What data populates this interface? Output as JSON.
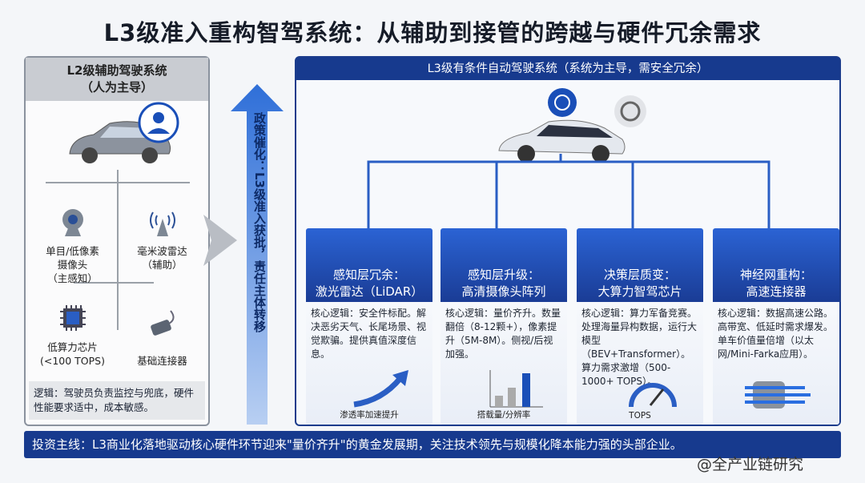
{
  "title": "L3级准入重构智驾系统：从辅助到接管的跨越与硬件冗余需求",
  "left": {
    "header_line1": "L2级辅助驾驶系统",
    "header_line2": "（人为主导）",
    "items": [
      {
        "l1": "单目/低像素",
        "l2": "摄像头",
        "l3": "（主感知）"
      },
      {
        "l1": "毫米波雷达",
        "l2": "（辅助）"
      },
      {
        "l1": "低算力芯片",
        "l2": "(<100 TOPS)"
      },
      {
        "l1": "基础连接器"
      }
    ],
    "logic": "逻辑：驾驶员负责监控与兜底，硬件性能要求适中，成本敏感。"
  },
  "arrow_text": "政策催化：L3级准入获批，责任主体转移",
  "right": {
    "header": "L3级有条件自动驾驶系统（系统为主导，需安全冗余）",
    "cards": [
      {
        "t1": "感知层冗余：",
        "t2": "激光雷达（LiDAR）",
        "body": "核心逻辑：安全件标配。解决恶劣天气、长尾场景、视觉欺骗。提供真值深度信息。",
        "foot": "渗透率加速提升"
      },
      {
        "t1": "感知层升级：",
        "t2": "高清摄像头阵列",
        "body": "核心逻辑：量价齐升。数量翻倍（8-12颗+），像素提升（5M-8M）。侧视/后视加强。",
        "foot": "搭载量/分辨率"
      },
      {
        "t1": "决策层质变：",
        "t2": "大算力智驾芯片",
        "body": "核心逻辑：算力军备竞赛。处理海量异构数据，运行大模型（BEV+Transformer）。算力需求激增（500-1000+ TOPS）。",
        "foot": "TOPS"
      },
      {
        "t1": "神经网重构：",
        "t2": "高速连接器",
        "body": "核心逻辑：数据高速公路。高带宽、低延时需求爆发。单车价值量倍增（以太网/Mini-Farka应用）。",
        "foot": ""
      }
    ]
  },
  "bottom": "投资主线：L3商业化落地驱动核心硬件环节迎来\"量价齐升\"的黄金发展期，关注技术领先与规模化降本能力强的头部企业。",
  "watermark": "@全产业链研究"
}
